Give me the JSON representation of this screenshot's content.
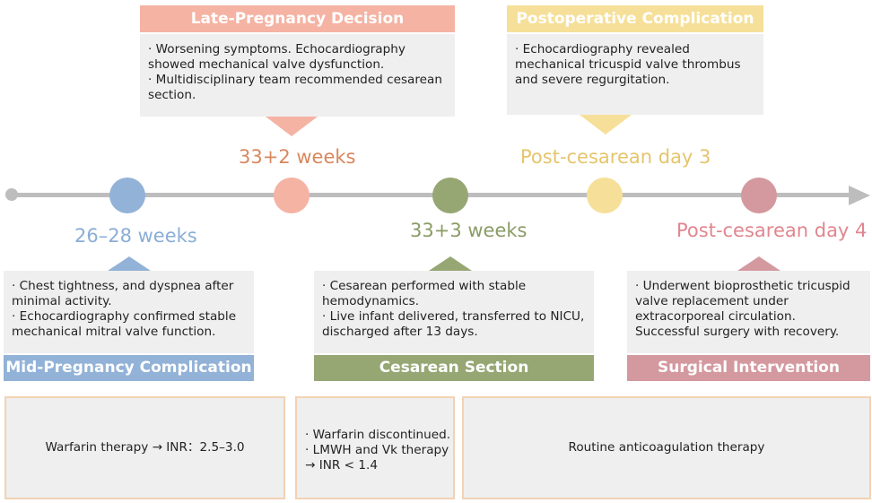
{
  "colors": {
    "axis": "#bdbdbd",
    "blue": "#92b2d7",
    "salmon": "#f5b3a3",
    "olive": "#96a774",
    "yellow": "#f6e099",
    "rose": "#d4999f",
    "therapy_border": "#f2d2b4",
    "box_bg": "#efefef"
  },
  "events": {
    "mid_pregnancy": {
      "time": "26–28 weeks",
      "title": "Mid-Pregnancy Complication",
      "lines": [
        "· Chest tightness, and dyspnea after minimal activity.",
        "· Echocardiography confirmed stable mechanical mitral valve function."
      ]
    },
    "late_pregnancy": {
      "time": "33+2 weeks",
      "title": "Late-Pregnancy Decision",
      "lines": [
        "· Worsening symptoms. Echocardiography showed mechanical valve dysfunction.",
        "· Multidisciplinary team recommended cesarean section."
      ]
    },
    "cesarean": {
      "time": "33+3 weeks",
      "title": "Cesarean Section",
      "lines": [
        "· Cesarean performed with stable hemodynamics.",
        "· Live infant delivered, transferred to NICU, discharged after 13 days."
      ]
    },
    "postoperative": {
      "time": "Post-cesarean day 3",
      "title": "Postoperative Complication",
      "lines": [
        "· Echocardiography revealed mechanical tricuspid valve thrombus and severe regurgitation."
      ]
    },
    "surgical": {
      "time": "Post-cesarean day 4",
      "title": "Surgical Intervention",
      "lines": [
        "· Underwent bioprosthetic tricuspid valve replacement under extracorporeal circulation. Successful surgery with recovery."
      ]
    }
  },
  "therapy": {
    "first": "Warfarin therapy → INR：2.5–3.0",
    "middle": [
      "· Warfarin discontinued.",
      "· LMWH and Vk therapy",
      "→ INR < 1.4"
    ],
    "last": "Routine anticoagulation therapy"
  }
}
